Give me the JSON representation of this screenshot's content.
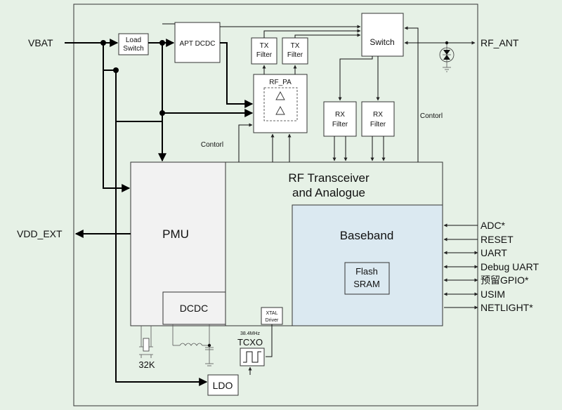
{
  "labels": {
    "vbat": "VBAT",
    "load_switch_1": "Load",
    "load_switch_2": "Switch",
    "apt_dcdc": "APT DCDC",
    "tx_filter_1a": "TX",
    "tx_filter_1b": "Filter",
    "tx_filter_2a": "TX",
    "tx_filter_2b": "Filter",
    "switch": "Switch",
    "rf_ant": "RF_ANT",
    "rf_pa": "RF_PA",
    "rx_filter_1a": "RX",
    "rx_filter_1b": "Filter",
    "rx_filter_2a": "RX",
    "rx_filter_2b": "Filter",
    "control_left": "Contorl",
    "control_right": "Contorl",
    "transceiver_1": "RF Transceiver",
    "transceiver_2": "and Analogue",
    "pmu": "PMU",
    "baseband": "Baseband",
    "flash": "Flash",
    "sram": "SRAM",
    "dcdc": "DCDC",
    "xtal_1": "XTAL",
    "xtal_2": "Driver",
    "tcxo_freq": "38.4MHz",
    "tcxo": "TCXO",
    "crystal_32k": "32K",
    "ldo": "LDO",
    "vdd_ext": "VDD_EXT"
  },
  "interfaces": [
    {
      "label": "ADC*",
      "direction": "in"
    },
    {
      "label": "RESET",
      "direction": "in"
    },
    {
      "label": "UART",
      "direction": "both"
    },
    {
      "label": "Debug UART",
      "direction": "both"
    },
    {
      "label": "预留GPIO*",
      "direction": "both"
    },
    {
      "label": "USIM",
      "direction": "both"
    },
    {
      "label": "NETLIGHT*",
      "direction": "out"
    }
  ],
  "colors": {
    "background": "#e6f1e6",
    "module_border": "#333333",
    "pmu_fill": "#f2f2f2",
    "baseband_fill": "#dbe9f1",
    "box_fill": "#ffffff"
  }
}
